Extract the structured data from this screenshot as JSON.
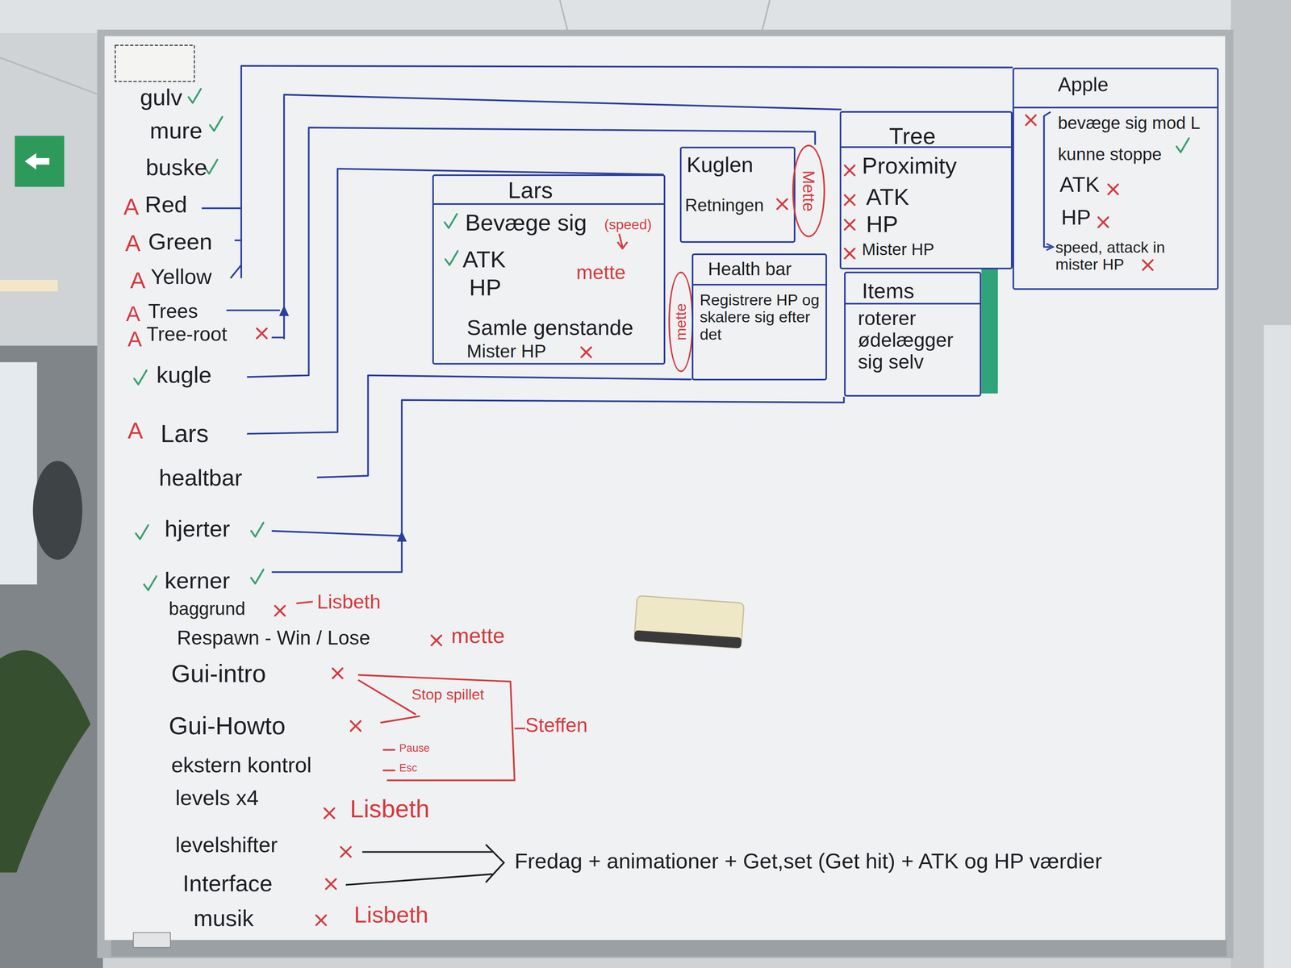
{
  "diagram": {
    "nodes": [
      {
        "text": [
          "Lars",
          "Bevæge sig",
          "(speed)",
          "ATK",
          "mette",
          "HP",
          "Samle genstande",
          "Mister HP"
        ]
      },
      {
        "text": [
          "Kuglen",
          "Retningen"
        ]
      },
      {
        "text": [
          "Mette"
        ]
      },
      {
        "text": [
          "mette"
        ]
      },
      {
        "text": [
          "Health bar",
          "Registrere HP og skalere sig efter det"
        ]
      },
      {
        "text": [
          "Tree",
          "Proximity",
          "ATK",
          "HP",
          "Mister HP"
        ]
      },
      {
        "text": [
          "Items",
          "roterer ødelægger sig selv"
        ]
      },
      {
        "text": [
          "Apple",
          "bevæge sig mod L",
          "kunne stoppe",
          "ATK",
          "HP",
          "speed, attack in mister HP"
        ]
      },
      {
        "text": [
          "Stop spillet",
          "Pause",
          "Esc"
        ]
      }
    ],
    "labels": [
      "gulv",
      "mure",
      "buske",
      "A",
      "Red",
      "A",
      "Green",
      "A",
      "Yellow",
      "A",
      "Trees",
      "A",
      "Tree-root",
      "kugle",
      "A",
      "Lars",
      "healtbar",
      "hjerter",
      "kerner",
      "baggrund",
      "Lisbeth",
      "Respawn - Win / Lose",
      "mette",
      "Gui-intro",
      "Gui-Howto",
      "ekstern kontrol",
      "levels x4",
      "Lisbeth",
      "levelshifter",
      "Interface",
      "musik",
      "Lisbeth",
      "Steffen",
      "Fredag + animationer + Get,set (Get hit) + ATK og HP værdier"
    ]
  }
}
